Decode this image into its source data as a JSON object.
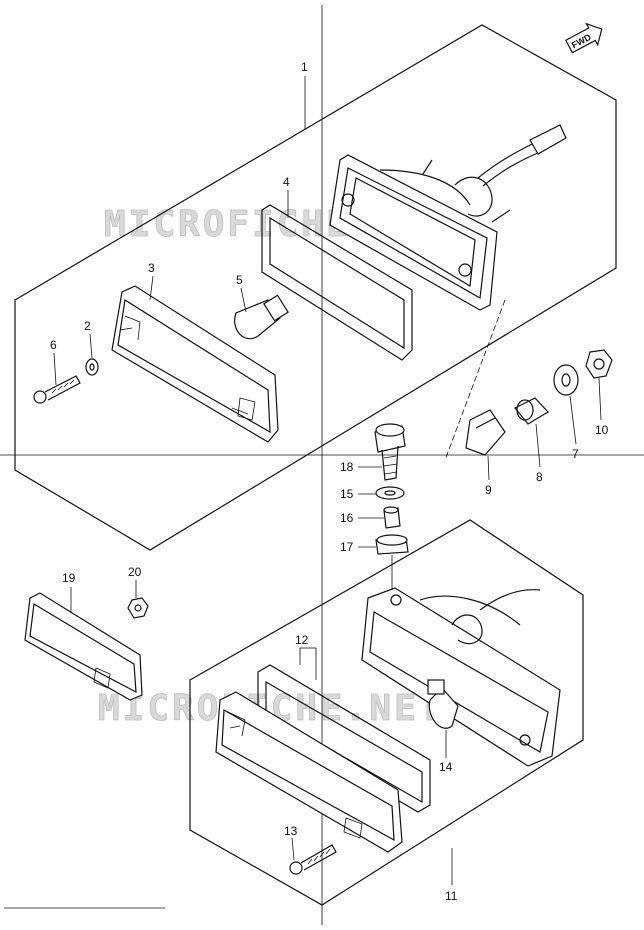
{
  "watermark": "MICROFICHE.NET",
  "fwd_badge": "FWD",
  "callouts": [
    {
      "id": "1",
      "label": "1"
    },
    {
      "id": "2",
      "label": "2"
    },
    {
      "id": "3",
      "label": "3"
    },
    {
      "id": "4",
      "label": "4"
    },
    {
      "id": "5",
      "label": "5"
    },
    {
      "id": "6",
      "label": "6"
    },
    {
      "id": "7",
      "label": "7"
    },
    {
      "id": "8",
      "label": "8"
    },
    {
      "id": "9",
      "label": "9"
    },
    {
      "id": "10",
      "label": "10"
    },
    {
      "id": "11",
      "label": "11"
    },
    {
      "id": "12",
      "label": "12"
    },
    {
      "id": "13",
      "label": "13"
    },
    {
      "id": "14",
      "label": "14"
    },
    {
      "id": "15",
      "label": "15"
    },
    {
      "id": "16",
      "label": "16"
    },
    {
      "id": "17",
      "label": "17"
    },
    {
      "id": "18",
      "label": "18"
    },
    {
      "id": "19",
      "label": "19"
    },
    {
      "id": "20",
      "label": "20"
    }
  ]
}
